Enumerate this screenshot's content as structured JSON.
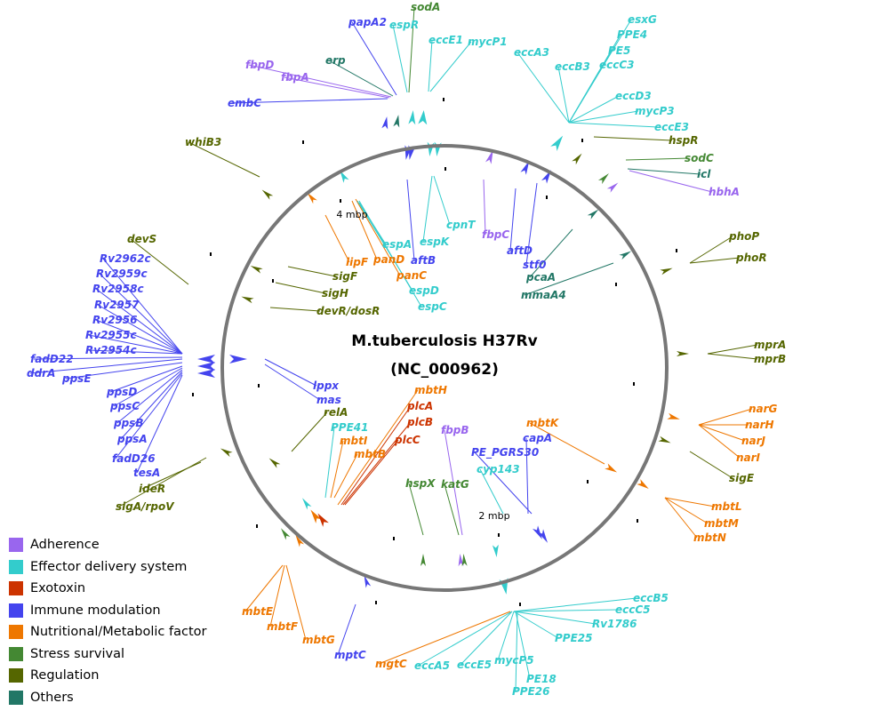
{
  "title": {
    "line1": "M.tuberculosis H37Rv",
    "line2": "(NC_000962)"
  },
  "coord_labels": {
    "c4": "4 mbp",
    "c2": "2 mbp"
  },
  "category_colors": {
    "Adherence": "#9966ee",
    "Effector delivery system": "#33cccc",
    "Exotoxin": "#cc3300",
    "Immune modulation": "#4444ee",
    "Nutritional/Metabolic factor": "#ee7700",
    "Stress survival": "#448833",
    "Regulation": "#556600",
    "Others": "#227766"
  },
  "legend": [
    {
      "label": "Adherence",
      "category": "Adherence"
    },
    {
      "label": "Effector delivery system",
      "category": "Effector delivery system"
    },
    {
      "label": "Exotoxin",
      "category": "Exotoxin"
    },
    {
      "label": "Immune modulation",
      "category": "Immune modulation"
    },
    {
      "label": "Nutritional/Metabolic factor",
      "category": "Nutritional/Metabolic factor"
    },
    {
      "label": "Stress survival",
      "category": "Stress survival"
    },
    {
      "label": "Regulation",
      "category": "Regulation"
    },
    {
      "label": "Others",
      "category": "Others"
    }
  ],
  "genes": [
    {
      "name": "sodA",
      "category": "Stress survival"
    },
    {
      "name": "espR",
      "category": "Effector delivery system"
    },
    {
      "name": "papA2",
      "category": "Immune modulation"
    },
    {
      "name": "eccE1",
      "category": "Effector delivery system"
    },
    {
      "name": "mycP1",
      "category": "Effector delivery system"
    },
    {
      "name": "erp",
      "category": "Others"
    },
    {
      "name": "fbpD",
      "category": "Adherence"
    },
    {
      "name": "fbpA",
      "category": "Adherence"
    },
    {
      "name": "embC",
      "category": "Immune modulation"
    },
    {
      "name": "esxG",
      "category": "Effector delivery system"
    },
    {
      "name": "PPE4",
      "category": "Effector delivery system"
    },
    {
      "name": "PE5",
      "category": "Effector delivery system"
    },
    {
      "name": "eccA3",
      "category": "Effector delivery system"
    },
    {
      "name": "eccB3",
      "category": "Effector delivery system"
    },
    {
      "name": "eccC3",
      "category": "Effector delivery system"
    },
    {
      "name": "eccD3",
      "category": "Effector delivery system"
    },
    {
      "name": "mycP3",
      "category": "Effector delivery system"
    },
    {
      "name": "eccE3",
      "category": "Effector delivery system"
    },
    {
      "name": "hspR",
      "category": "Regulation"
    },
    {
      "name": "sodC",
      "category": "Stress survival"
    },
    {
      "name": "icl",
      "category": "Others"
    },
    {
      "name": "hbhA",
      "category": "Adherence"
    },
    {
      "name": "whiB3",
      "category": "Regulation"
    },
    {
      "name": "devS",
      "category": "Regulation"
    },
    {
      "name": "Rv2962c",
      "category": "Immune modulation"
    },
    {
      "name": "Rv2959c",
      "category": "Immune modulation"
    },
    {
      "name": "Rv2958c",
      "category": "Immune modulation"
    },
    {
      "name": "Rv2957",
      "category": "Immune modulation"
    },
    {
      "name": "Rv2956",
      "category": "Immune modulation"
    },
    {
      "name": "Rv2955c",
      "category": "Immune modulation"
    },
    {
      "name": "Rv2954c",
      "category": "Immune modulation"
    },
    {
      "name": "fadD22",
      "category": "Immune modulation"
    },
    {
      "name": "ddrA",
      "category": "Immune modulation"
    },
    {
      "name": "ppsE",
      "category": "Immune modulation"
    },
    {
      "name": "ppsD",
      "category": "Immune modulation"
    },
    {
      "name": "ppsC",
      "category": "Immune modulation"
    },
    {
      "name": "ppsB",
      "category": "Immune modulation"
    },
    {
      "name": "ppsA",
      "category": "Immune modulation"
    },
    {
      "name": "fadD26",
      "category": "Immune modulation"
    },
    {
      "name": "tesA",
      "category": "Immune modulation"
    },
    {
      "name": "ideR",
      "category": "Regulation"
    },
    {
      "name": "sigA/rpoV",
      "category": "Regulation"
    },
    {
      "name": "lipF",
      "category": "Nutritional/Metabolic factor"
    },
    {
      "name": "panD",
      "category": "Nutritional/Metabolic factor"
    },
    {
      "name": "panC",
      "category": "Nutritional/Metabolic factor"
    },
    {
      "name": "espA",
      "category": "Effector delivery system"
    },
    {
      "name": "espK",
      "category": "Effector delivery system"
    },
    {
      "name": "aftB",
      "category": "Immune modulation"
    },
    {
      "name": "espD",
      "category": "Effector delivery system"
    },
    {
      "name": "espC",
      "category": "Effector delivery system"
    },
    {
      "name": "cpnT",
      "category": "Effector delivery system"
    },
    {
      "name": "fbpC",
      "category": "Adherence"
    },
    {
      "name": "aftD",
      "category": "Immune modulation"
    },
    {
      "name": "stf0",
      "category": "Immune modulation"
    },
    {
      "name": "pcaA",
      "category": "Others"
    },
    {
      "name": "mmaA4",
      "category": "Others"
    },
    {
      "name": "sigF",
      "category": "Regulation"
    },
    {
      "name": "sigH",
      "category": "Regulation"
    },
    {
      "name": "devR/dosR",
      "category": "Regulation"
    },
    {
      "name": "phoP",
      "category": "Regulation"
    },
    {
      "name": "phoR",
      "category": "Regulation"
    },
    {
      "name": "mprA",
      "category": "Regulation"
    },
    {
      "name": "mprB",
      "category": "Regulation"
    },
    {
      "name": "narG",
      "category": "Nutritional/Metabolic factor"
    },
    {
      "name": "narH",
      "category": "Nutritional/Metabolic factor"
    },
    {
      "name": "narJ",
      "category": "Nutritional/Metabolic factor"
    },
    {
      "name": "narI",
      "category": "Nutritional/Metabolic factor"
    },
    {
      "name": "sigE",
      "category": "Regulation"
    },
    {
      "name": "lppx",
      "category": "Immune modulation"
    },
    {
      "name": "mas",
      "category": "Immune modulation"
    },
    {
      "name": "relA",
      "category": "Regulation"
    },
    {
      "name": "mbtH",
      "category": "Nutritional/Metabolic factor"
    },
    {
      "name": "plcA",
      "category": "Exotoxin"
    },
    {
      "name": "plcB",
      "category": "Exotoxin"
    },
    {
      "name": "plcC",
      "category": "Exotoxin"
    },
    {
      "name": "PPE41",
      "category": "Effector delivery system"
    },
    {
      "name": "mbtI",
      "category": "Nutritional/Metabolic factor"
    },
    {
      "name": "mbtB",
      "category": "Nutritional/Metabolic factor"
    },
    {
      "name": "fbpB",
      "category": "Adherence"
    },
    {
      "name": "mbtK",
      "category": "Nutritional/Metabolic factor"
    },
    {
      "name": "capA",
      "category": "Immune modulation"
    },
    {
      "name": "PE_PGRS30",
      "category": "Immune modulation"
    },
    {
      "name": "cyp143",
      "category": "Effector delivery system"
    },
    {
      "name": "hspX",
      "category": "Stress survival"
    },
    {
      "name": "katG",
      "category": "Stress survival"
    },
    {
      "name": "mbtL",
      "category": "Nutritional/Metabolic factor"
    },
    {
      "name": "mbtM",
      "category": "Nutritional/Metabolic factor"
    },
    {
      "name": "mbtN",
      "category": "Nutritional/Metabolic factor"
    },
    {
      "name": "mbtE",
      "category": "Nutritional/Metabolic factor"
    },
    {
      "name": "mbtF",
      "category": "Nutritional/Metabolic factor"
    },
    {
      "name": "mbtG",
      "category": "Nutritional/Metabolic factor"
    },
    {
      "name": "mptC",
      "category": "Immune modulation"
    },
    {
      "name": "mgtC",
      "category": "Nutritional/Metabolic factor"
    },
    {
      "name": "eccA5",
      "category": "Effector delivery system"
    },
    {
      "name": "eccE5",
      "category": "Effector delivery system"
    },
    {
      "name": "mycP5",
      "category": "Effector delivery system"
    },
    {
      "name": "PE18",
      "category": "Effector delivery system"
    },
    {
      "name": "PPE26",
      "category": "Effector delivery system"
    },
    {
      "name": "eccB5",
      "category": "Effector delivery system"
    },
    {
      "name": "eccC5",
      "category": "Effector delivery system"
    },
    {
      "name": "Rv1786",
      "category": "Effector delivery system"
    },
    {
      "name": "PPE25",
      "category": "Effector delivery system"
    }
  ]
}
